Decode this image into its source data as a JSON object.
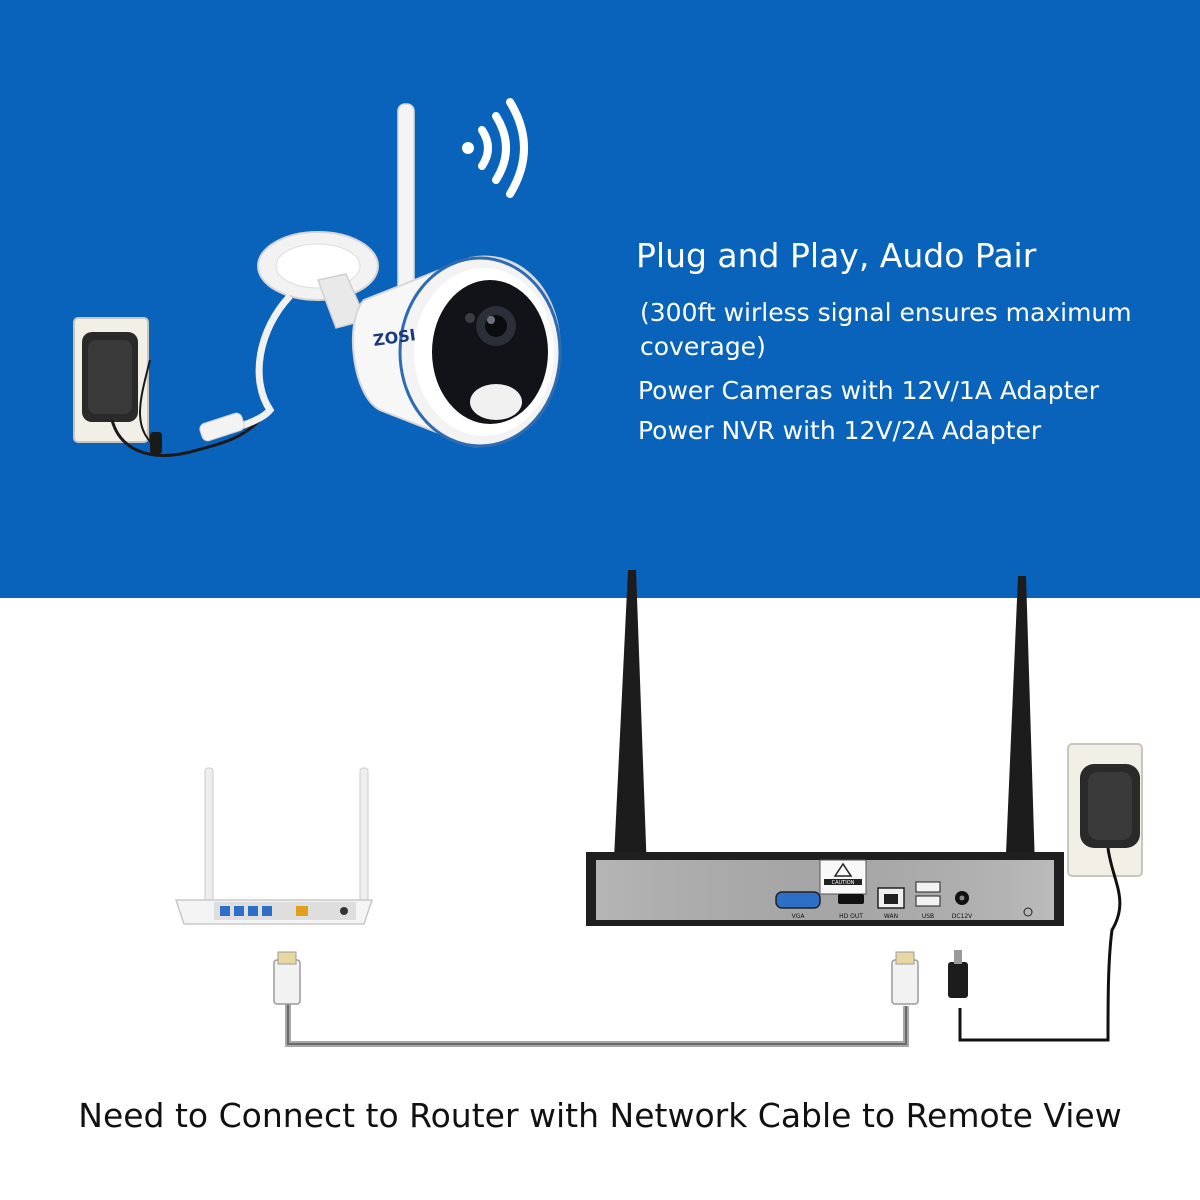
{
  "headline": "Plug and Play, Audo Pair",
  "subtext": "(300ft wirless signal ensures maximum coverage)",
  "spec_camera_power": "Power Cameras with 12V/1A Adapter",
  "spec_nvr_power": "Power NVR with 12V/2A Adapter",
  "caption": "Need to Connect to Router with Network Cable to Remote View",
  "camera_brand": "ZOSI",
  "nvr_port_labels": {
    "vga": "VGA",
    "hdmi": "HD OUT",
    "wan": "WAN",
    "usb": "USB",
    "dc": "DC12V",
    "caution": "CAUTION"
  },
  "colors": {
    "top_background": "#0a63bb",
    "bottom_background": "#ffffff",
    "text_light": "#ffffff",
    "text_dark": "#111111"
  }
}
